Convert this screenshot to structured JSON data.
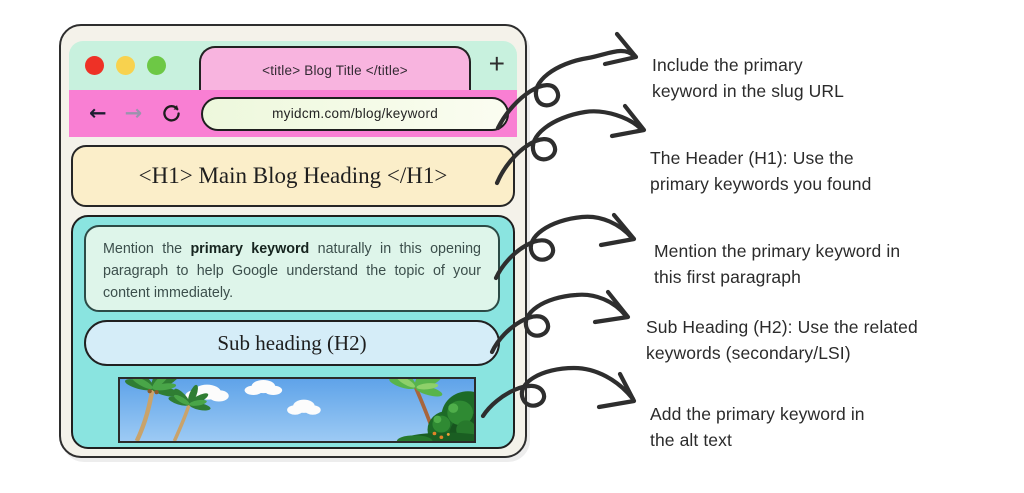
{
  "palette": {
    "window_bg": "#f4f2ea",
    "outline": "#2e2e2e",
    "mint_bar": "#c8f1de",
    "tab_pink": "#f8b4df",
    "urlbar_pink": "#f97fd3",
    "url_pill": "#edf8dc",
    "h1_yellow": "#fbeec9",
    "content_teal": "#8ae4e0",
    "paragraph_mint": "#def5ea",
    "subheading_blue": "#d5edf8",
    "traffic_red": "#ee3126",
    "traffic_yellow": "#f8d24e",
    "traffic_green": "#6dc845",
    "annotation_ink": "#2b2b2b"
  },
  "browser": {
    "tab": {
      "title": "<title> Blog Title </title>"
    },
    "new_tab_label": "+",
    "toolbar": {
      "back_icon": "←",
      "forward_icon": "→",
      "url": "myidcm.com/blog/keyword"
    },
    "page": {
      "h1": "<H1> Main Blog Heading </H1>",
      "paragraph": {
        "pre": "Mention the ",
        "bold": "primary keyword",
        "post": " naturally in this opening paragraph to help Google understand the topic of your content immediately."
      },
      "subheading": "Sub heading (H2)",
      "hero_image_desc": "tropical beach banner with palm trees, clouds and green bush"
    }
  },
  "annotations": [
    {
      "line1": "Include the primary",
      "line2": "keyword in the slug URL"
    },
    {
      "line1": "The Header (H1): Use the",
      "line2": "primary keywords you found"
    },
    {
      "line1": "Mention the primary keyword in",
      "line2": "this first paragraph"
    },
    {
      "line1": "Sub Heading (H2): Use the related",
      "line2": "keywords (secondary/LSI)"
    },
    {
      "line1": "Add the primary keyword in",
      "line2": "the alt text"
    }
  ]
}
